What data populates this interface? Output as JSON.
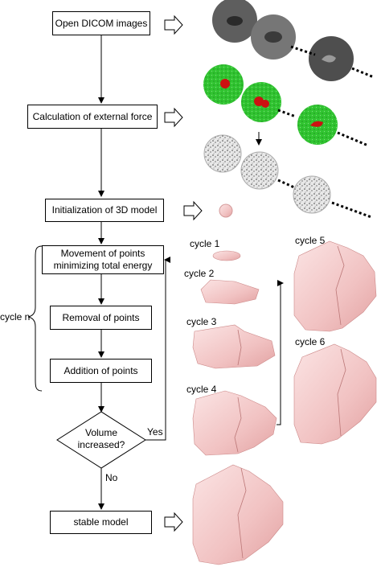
{
  "steps": {
    "open_dicom": "Open DICOM images",
    "external_force": "Calculation of external force",
    "init_model": "Initialization of 3D model",
    "movement_line1": "Movement of points",
    "movement_line2": "minimizing total energy",
    "removal": "Removal of points",
    "addition": "Addition of points",
    "decision_line1": "Volume",
    "decision_line2": "increased?",
    "stable": "stable model"
  },
  "labels": {
    "cycle_n": "cycle n",
    "yes": "Yes",
    "no": "No",
    "cycle1": "cycle 1",
    "cycle2": "cycle 2",
    "cycle3": "cycle 3",
    "cycle4": "cycle 4",
    "cycle5": "cycle 5",
    "cycle6": "cycle 6"
  },
  "colors": {
    "slice_gray": "#6e6e6e",
    "slice_green": "#2ecc2e",
    "slice_red": "#cc1111",
    "model_pink": "#f2c4c4"
  }
}
